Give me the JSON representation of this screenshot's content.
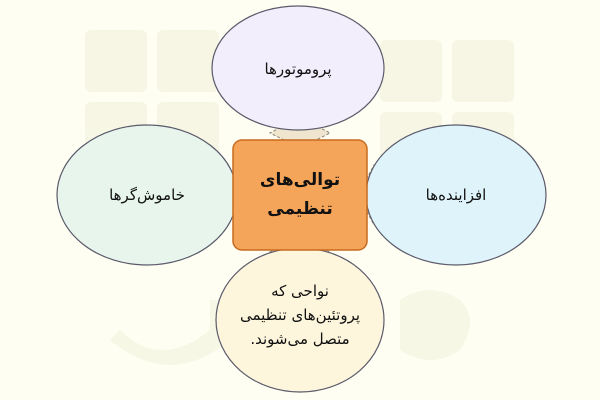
{
  "diagram": {
    "center": {
      "label": "توالی‌های\nتنظیمی",
      "fill": "#f5a55a",
      "stroke": "#c76b1e"
    },
    "top": {
      "label": "پروموتورها",
      "fill": "#f3eefc",
      "stroke": "#5a5a6a"
    },
    "left": {
      "label": "خاموش‌گرها",
      "fill": "#e8f5ec",
      "stroke": "#5a5a6a"
    },
    "right": {
      "label": "افزاینده‌ها",
      "fill": "#dff3fb",
      "stroke": "#5a5a6a"
    },
    "bottom": {
      "label": "نواحی که\nپروتئین‌های تنظیمی\nمتصل می‌شوند.",
      "fill": "#fdf6dd",
      "stroke": "#5a5a6a"
    },
    "connector_fill": "#f0e6cf",
    "connector_stroke": "#8a8270"
  },
  "background": {
    "color": "#fffef2",
    "watermark_color": "#f1f0dc"
  }
}
